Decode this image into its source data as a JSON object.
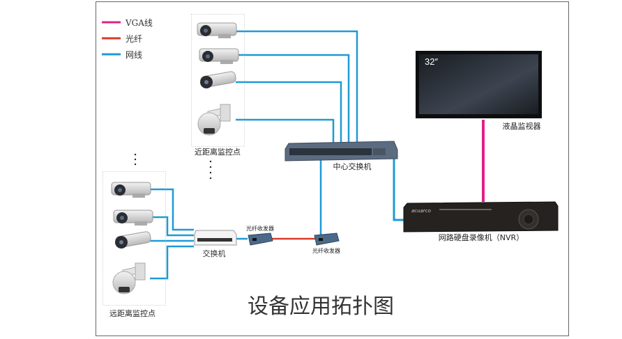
{
  "legend": [
    {
      "label": "VGA线",
      "color": "#e0208a"
    },
    {
      "label": "光纤",
      "color": "#d93a2a"
    },
    {
      "label": "网线",
      "color": "#1e9ad6"
    }
  ],
  "near_site": {
    "label": "近距离监控点",
    "cameras": [
      "box-camera",
      "box-camera-ir",
      "bullet-camera",
      "dome-camera"
    ]
  },
  "far_site": {
    "label": "远距离监控点",
    "cameras": [
      "box-camera",
      "box-camera-ir",
      "bullet-camera",
      "dome-camera"
    ]
  },
  "core_switch": {
    "label": "中心交换机"
  },
  "access_switch": {
    "label": "交换机"
  },
  "transceiver_a": {
    "label": "光纤收发器"
  },
  "transceiver_b": {
    "label": "光纤收发器"
  },
  "monitor": {
    "label": "液晶监视器",
    "size": "32″"
  },
  "nvr": {
    "label": "网路硬盘录像机（NVR）",
    "brand": "acuarco"
  },
  "title": "设备应用拓扑图"
}
